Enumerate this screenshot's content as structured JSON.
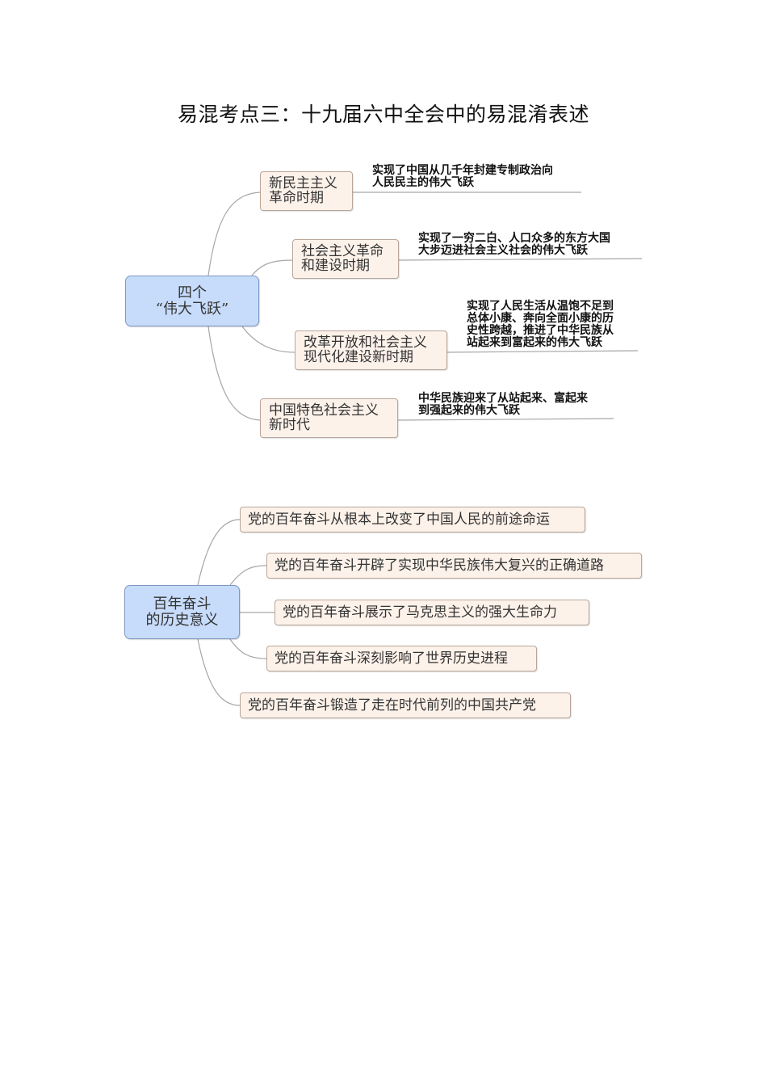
{
  "title": "易混考点三：十九届六中全会中的易混淆表述",
  "diagram1": {
    "root": "四个\n“伟大飞跃”",
    "branches": [
      {
        "label": "新民主主义\n革命时期",
        "note": "实现了中国从几千年封建专制政治向\n人民民主的伟大飞跃"
      },
      {
        "label": "社会主义革命\n和建设时期",
        "note": "实现了一穷二白、人口众多的东方大国\n大步迈进社会主义社会的伟大飞跃"
      },
      {
        "label": "改革开放和社会主义\n现代化建设新时期",
        "note": "实现了人民生活从温饱不足到\n总体小康、奔向全面小康的历\n史性跨越，推进了中华民族从\n站起来到富起来的伟大飞跃"
      },
      {
        "label": "中国特色社会主义\n新时代",
        "note": "中华民族迎来了从站起来、富起来\n到强起来的伟大飞跃"
      }
    ]
  },
  "diagram2": {
    "root": "百年奋斗\n的历史意义",
    "branches": [
      {
        "label": "党的百年奋斗从根本上改变了中国人民的前途命运"
      },
      {
        "label": "党的百年奋斗开辟了实现中华民族伟大复兴的正确道路"
      },
      {
        "label": "党的百年奋斗展示了马克思主义的强大生命力"
      },
      {
        "label": "党的百年奋斗深刻影响了世界历史进程"
      },
      {
        "label": "党的百年奋斗锻造了走在时代前列的中国共产党"
      }
    ]
  },
  "colors": {
    "root_fill": "#c7dcfb",
    "root_border": "#7e97c4",
    "node_fill": "#fdf2ea",
    "node_border": "#b9a699",
    "line": "#9a9a9a"
  }
}
